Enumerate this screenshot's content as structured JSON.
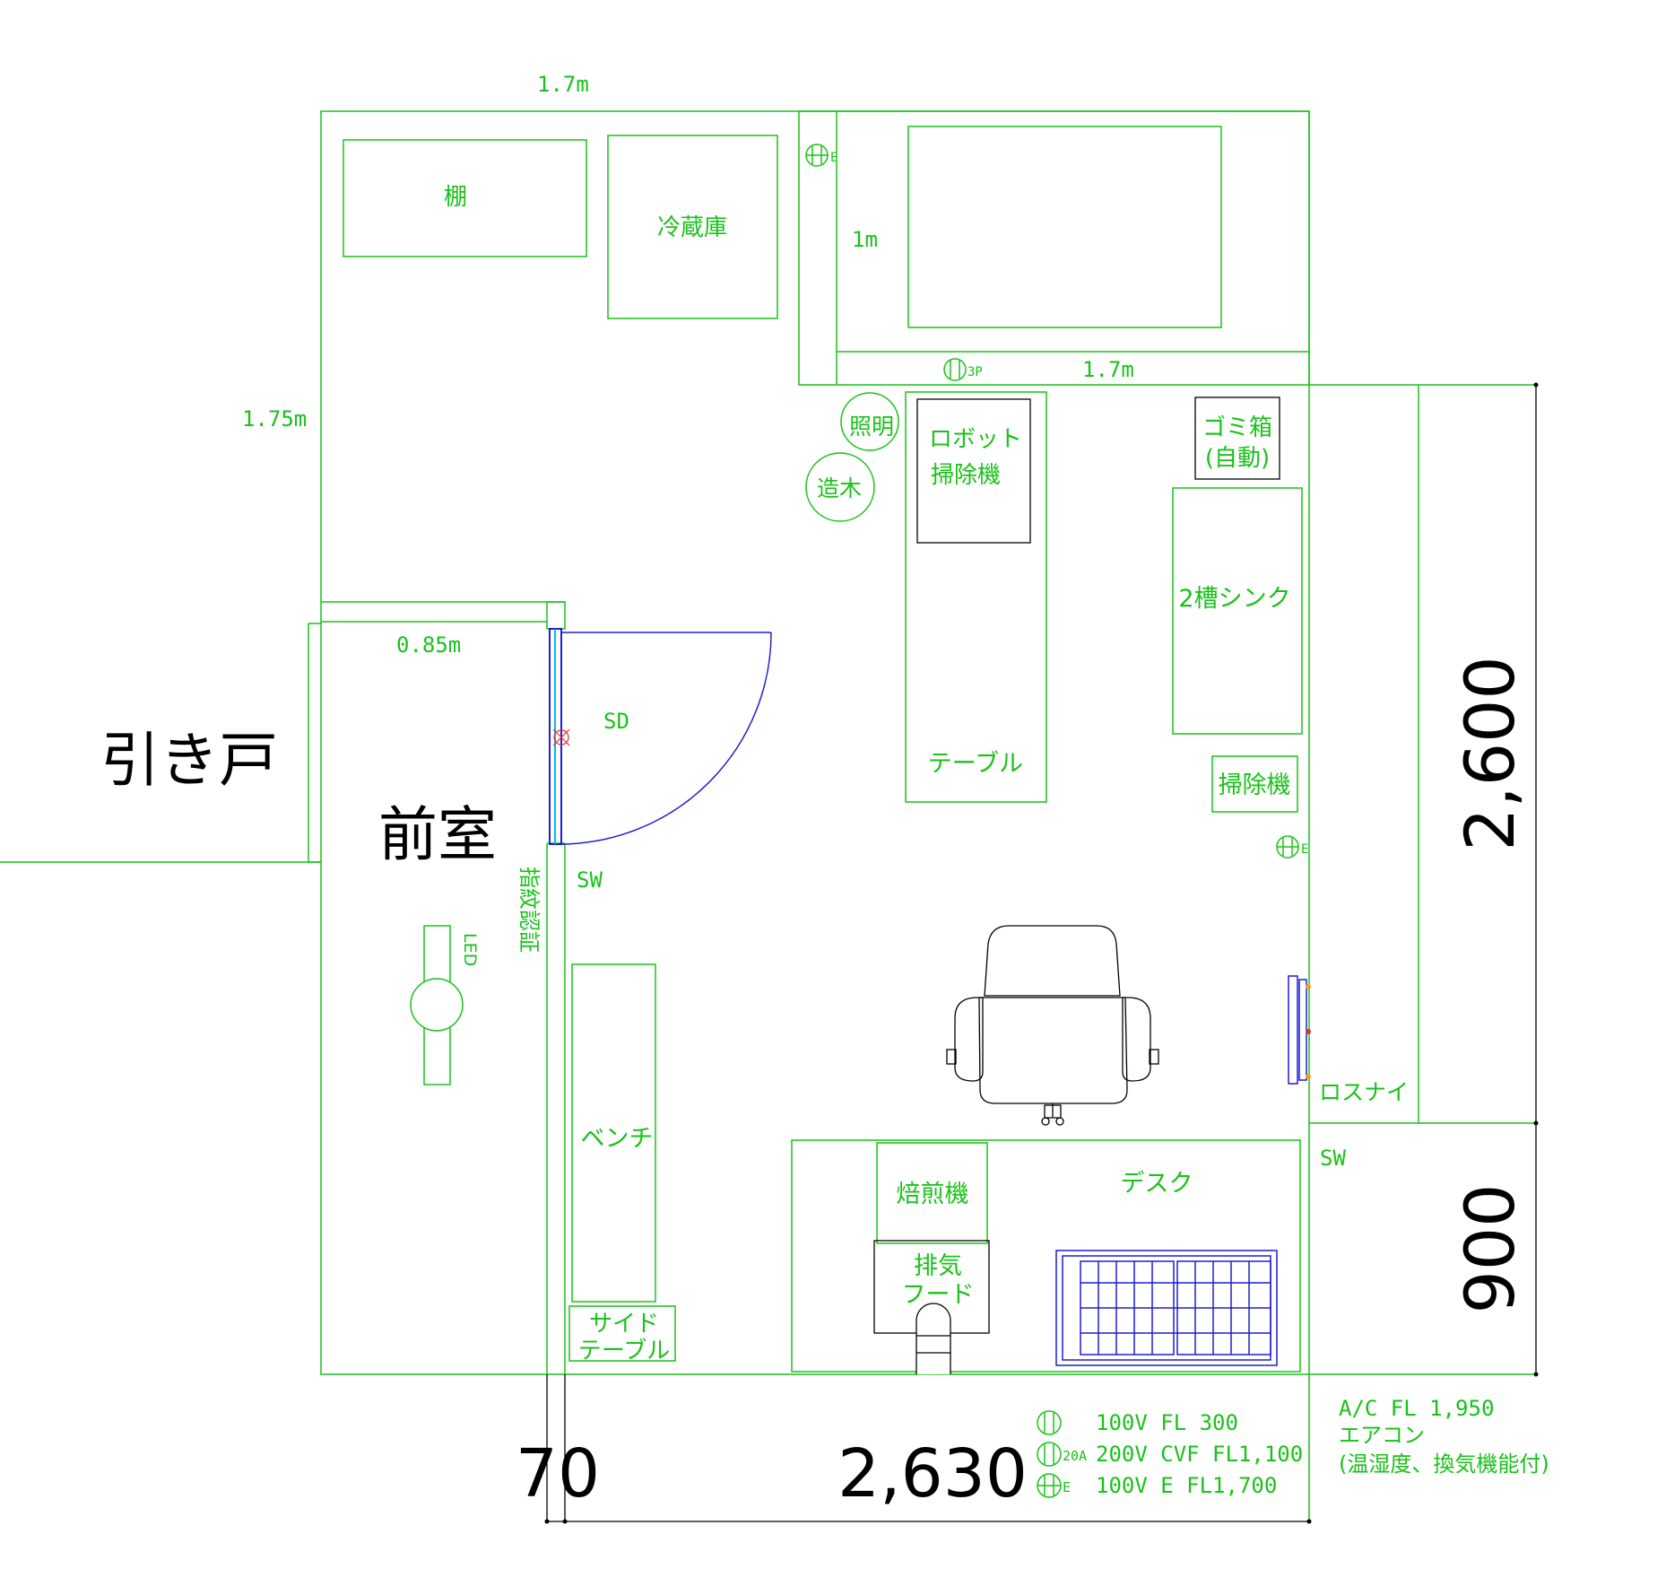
{
  "colors": {
    "line": "#19c219",
    "text": "#19c219",
    "door": "#1d1dd6",
    "dim": "#000000",
    "background": "#ffffff"
  },
  "labels": {
    "top_width": "1.7m",
    "left_height": "1.75m",
    "booth_height": "1m",
    "booth_width": "1.7m",
    "anteroom_width": "0.85m",
    "shelf": "棚",
    "fridge": "冷蔵庫",
    "lighting": "照明",
    "carpentry": "造木",
    "robot_line1": "ロボット",
    "robot_line2": "掃除機",
    "trash_line1": "ゴミ箱",
    "trash_line2": "(自動)",
    "sink": "2槽シンク",
    "cleaner": "掃除機",
    "table": "テーブル",
    "sliding_door": "引き戸",
    "anteroom": "前室",
    "sd": "SD",
    "sw_door": "SW",
    "sw_desk": "SW",
    "fingerprint": "指紋認証",
    "led": "LED",
    "bench": "ベンチ",
    "side_table_line1": "サイド",
    "side_table_line2": "テーブル",
    "roaster": "焙煎機",
    "hood_line1": "排気",
    "hood_line2": "フード",
    "desk": "デスク",
    "lossnay": "ロスナイ",
    "outlet_e": "E",
    "outlet_3p": "3P"
  },
  "dimensions": {
    "right_upper": "2,600",
    "right_lower": "900",
    "bottom_left": "70",
    "bottom_main": "2,630"
  },
  "legend": {
    "items": [
      {
        "tag": "",
        "text": "100V  FL  300"
      },
      {
        "tag": "20A",
        "text": "200V  CVF  FL1,100"
      },
      {
        "tag": "E",
        "text": "100V  E   FL1,700"
      }
    ],
    "ac_line1": "A/C  FL  1,950",
    "ac_line2": "エアコン",
    "ac_line3": "(温湿度、換気機能付)"
  }
}
